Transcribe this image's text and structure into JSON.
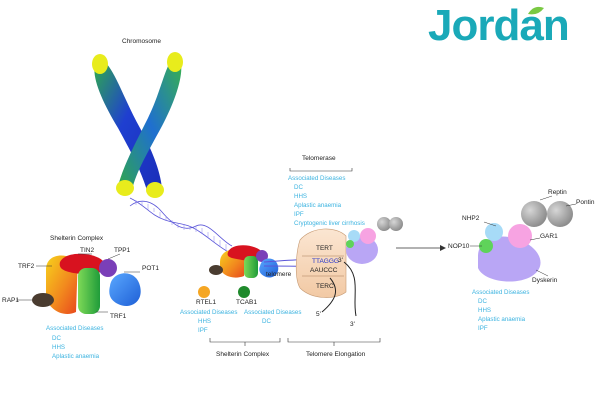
{
  "logo": {
    "text": "Jordan"
  },
  "chromosome": {
    "label": "Chromosome"
  },
  "shelterin_left": {
    "title": "Shelterin Complex",
    "proteins": [
      "TRF2",
      "TIN2",
      "TPP1",
      "POT1",
      "RAP1",
      "TRF1"
    ],
    "diseases_title": "Associated Diseases",
    "diseases": [
      "DC",
      "HHS",
      "Aplastic anaemia"
    ]
  },
  "middle": {
    "telomere_label": "telomere",
    "rtel1": {
      "label": "RTEL1",
      "diseases_title": "Associated Diseases",
      "diseases": [
        "HHS",
        "IPF"
      ]
    },
    "tcab1": {
      "label": "TCAB1",
      "diseases_title": "Associated Diseases",
      "diseases": [
        "DC"
      ]
    }
  },
  "telomerase": {
    "title": "Telomerase",
    "diseases_title": "Associated Diseases",
    "diseases": [
      "DC",
      "HHS",
      "Aplastic anaemia",
      "IPF",
      "Cryptogenic liver cirrhosis"
    ],
    "tert": "TERT",
    "terc": "TERC",
    "seq_top": "TTAGGG",
    "seq_bottom": "AAUCCC",
    "end_3_top": "3'",
    "end_5": "5'",
    "end_3_bottom": "3'"
  },
  "bottom_labels": {
    "shelterin": "Shelterin Complex",
    "elongation": "Telomere Elongation"
  },
  "dyskerin_complex": {
    "proteins": [
      "Reptin",
      "Pontin",
      "NHP2",
      "NOP10",
      "GAR1",
      "Dyskerin"
    ],
    "diseases_title": "Associated Diseases",
    "diseases": [
      "DC",
      "HHS",
      "Aplastic anaemia",
      "IPF"
    ]
  },
  "colors": {
    "logo": "#1aa9b8",
    "disease_text": "#3bb3e0",
    "chromosome_blue": "#2233cc",
    "chromosome_green": "#2fa84a",
    "chromosome_tip": "#e8ec1c",
    "dna": "#5a55d8"
  }
}
